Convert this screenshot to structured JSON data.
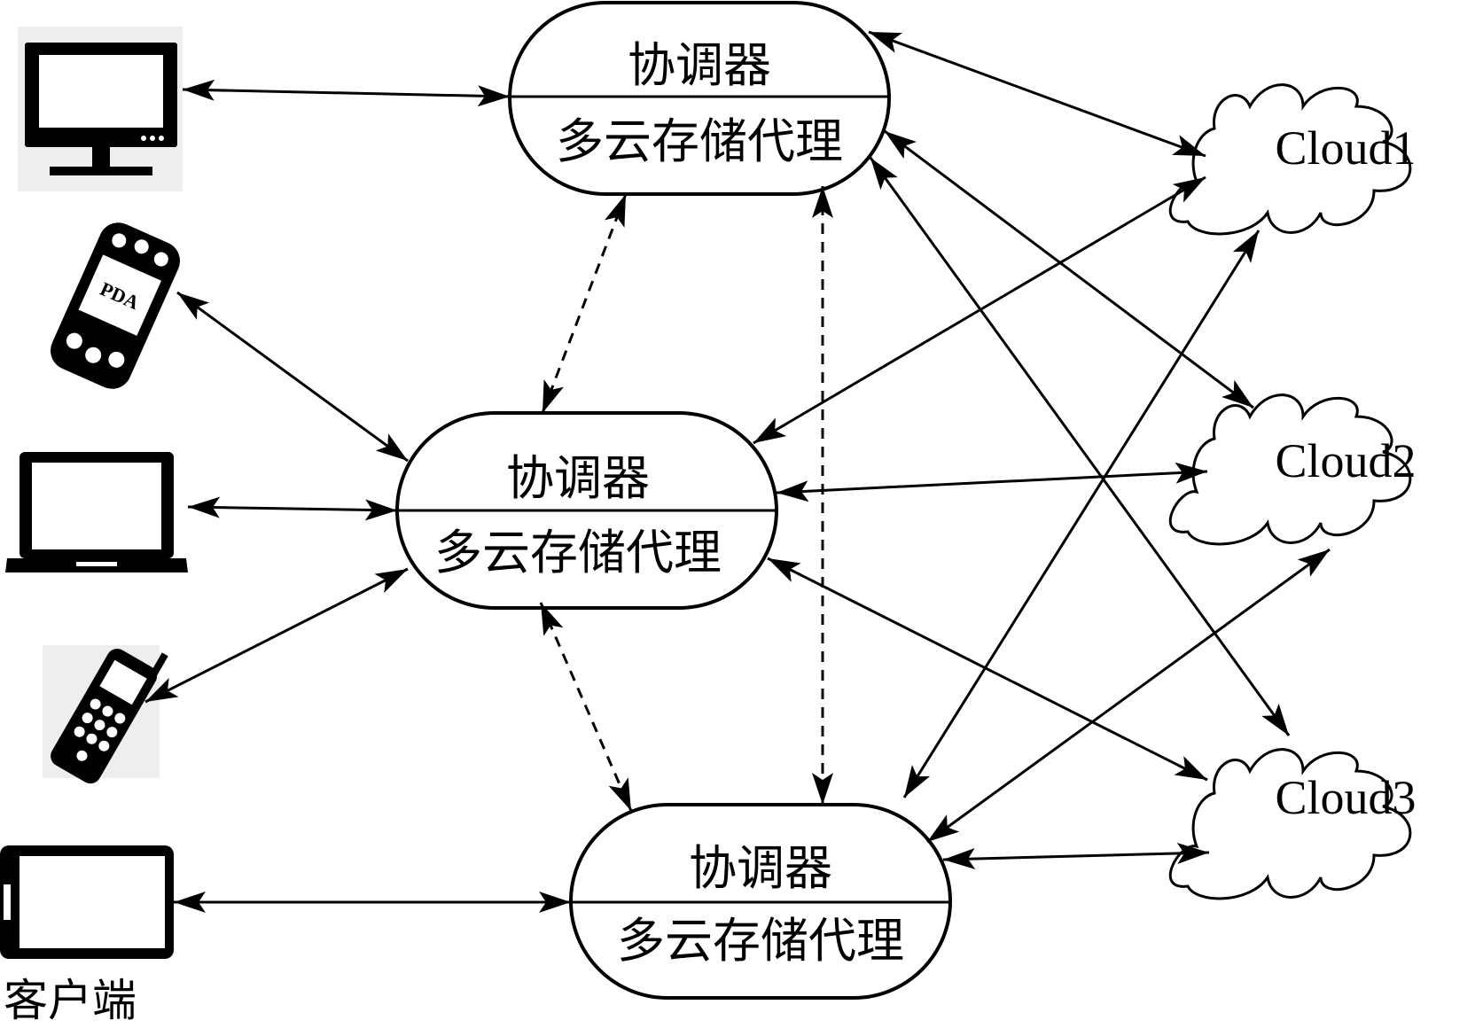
{
  "nodes": {
    "top": {
      "title": "协调器",
      "subtitle": "多云存储代理"
    },
    "middle": {
      "title": "协调器",
      "subtitle": "多云存储代理"
    },
    "bottom": {
      "title": "协调器",
      "subtitle": "多云存储代理"
    }
  },
  "clouds": [
    "Cloud1",
    "Cloud2",
    "Cloud3"
  ],
  "client_devices": [
    "desktop-monitor-icon",
    "pda-icon",
    "laptop-icon",
    "cellphone-icon",
    "tablet-icon"
  ],
  "client_label": "客户端",
  "colors": {
    "stroke": "#000000",
    "background": "#ffffff"
  }
}
